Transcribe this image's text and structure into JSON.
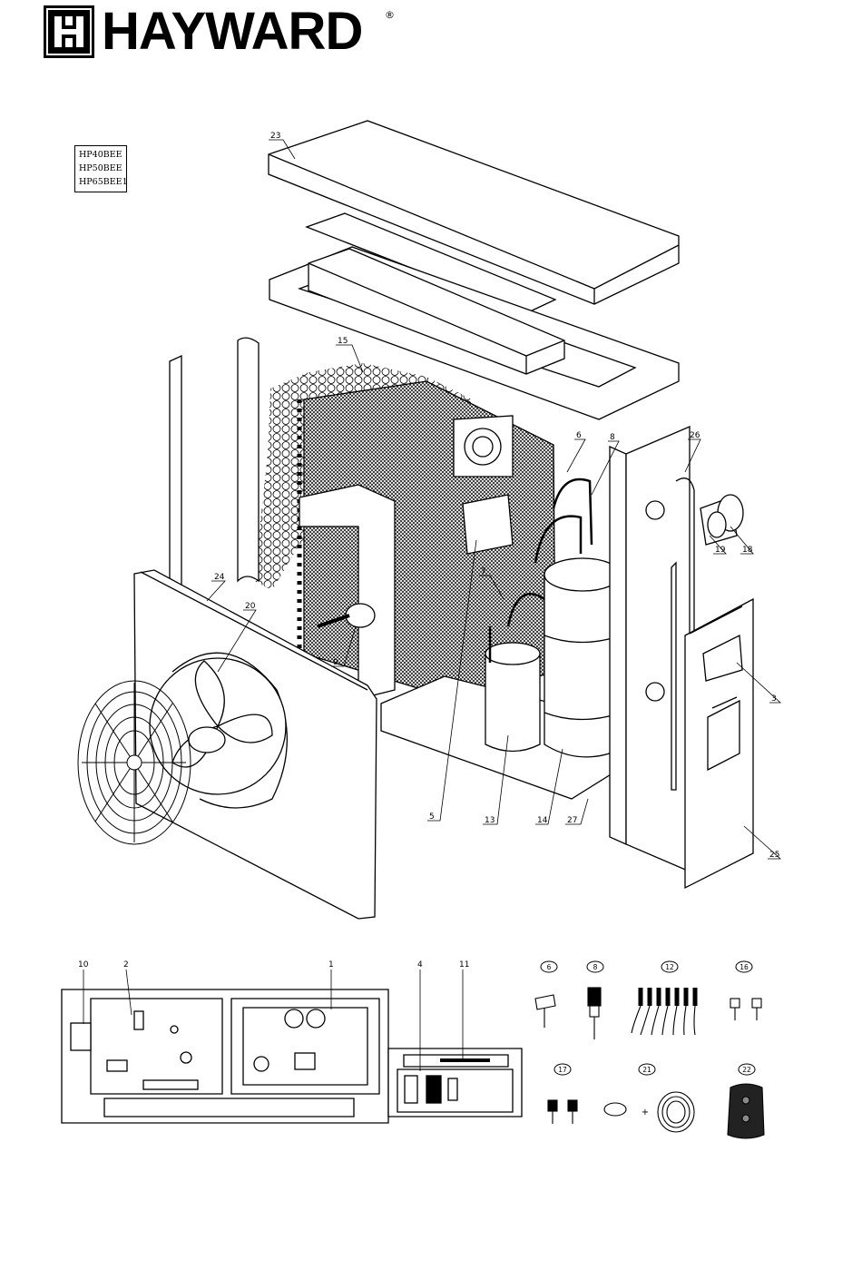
{
  "brand": {
    "name": "HAYWARD",
    "registered_mark": "®"
  },
  "models": [
    "HP40BEE",
    "HP50BEE",
    "HP65BEE1"
  ],
  "callouts": {
    "c23": "23",
    "c15": "15",
    "c6": "6",
    "c8": "8",
    "c26": "26",
    "c19": "19",
    "c18": "18",
    "c24": "24",
    "c20": "20",
    "c7": "7",
    "c9": "9",
    "c3": "3",
    "c5": "5",
    "c13": "13",
    "c14": "14",
    "c27": "27",
    "c25": "25"
  },
  "bottom_callouts": {
    "b10": "10",
    "b2": "2",
    "b1": "1",
    "b4": "4",
    "b11": "11"
  },
  "parts": {
    "p6": "6",
    "p8": "8",
    "p12": "12",
    "p16": "16",
    "p17": "17",
    "p21": "21",
    "p22": "22",
    "plus": "+"
  }
}
